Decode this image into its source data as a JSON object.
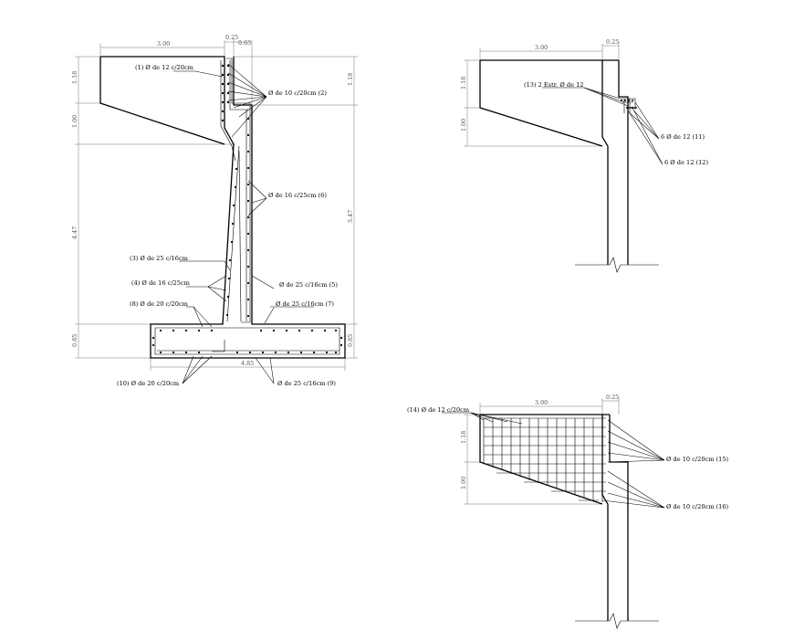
{
  "detail_main": {
    "dims": {
      "top_width": "3.00",
      "stem_top": "0.25",
      "stem_mid": "0.65",
      "left_h1": "1.18",
      "left_h2": "1.00",
      "left_h3": "4.47",
      "left_h4": "0.85",
      "right_h1": "1.18",
      "right_h2": "5.47",
      "right_h3": "0.85",
      "base_width": "4.85"
    },
    "labels": {
      "l1": "(1) Ø de 12 c/20cm",
      "l2": "Ø de 10 c/20cm (2)",
      "l3": "(3) Ø de 25 c/16cm",
      "l4": "(4) Ø de 16 c/25cm",
      "l5": "Ø de 25 c/16cm (5)",
      "l6": "Ø de 16 c/25cm (6)",
      "l7": "Ø de 25 c/16cm (7)",
      "l8": "(8) Ø de 20 c/20cm",
      "l9": "Ø de 25 c/16cm (9)",
      "l10": "(10) Ø de 20 c/20cm"
    }
  },
  "detail_top": {
    "dims": {
      "top_width": "3.00",
      "stem_top": "0.25",
      "left_h1": "1.18",
      "left_h2": "1.00"
    },
    "labels": {
      "l13": "(13) 2 Estr. Ø de 12",
      "l11": "6 Ø de 12 (11)",
      "l12": "6 Ø de 12 (12)"
    }
  },
  "detail_bottom": {
    "dims": {
      "top_width": "3.00",
      "stem_top": "0.25",
      "left_h1": "1.18",
      "left_h2": "1.00"
    },
    "labels": {
      "l14": "(14) Ø de 12 c/20cm",
      "l15": "Ø de 10 c/20cm (15)",
      "l16": "Ø de 10 c/20cm (16)"
    }
  }
}
